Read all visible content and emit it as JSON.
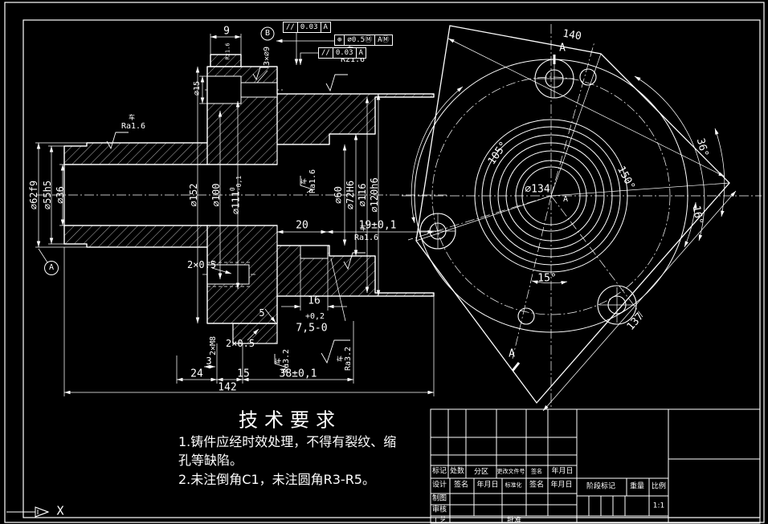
{
  "sv": {
    "d9": "9",
    "d15": "⌀15",
    "holes": "3×⌀9",
    "d62": "⌀62f9",
    "d55": "⌀55h5",
    "d36": "⌀36",
    "d152": "⌀152",
    "d100": "⌀100",
    "d111": "⌀111",
    "d111_hi": "0",
    "d111_lo": "-0,1",
    "d60": "⌀60",
    "d72": "⌀72H6",
    "d116": "⌀116",
    "d120": "⌀120h6",
    "d20": "20",
    "d19": "19±0,1",
    "ch1": "2×0.5",
    "ch2": "2×0.5",
    "m8": "2×M8",
    "d3": "3",
    "d5": "5",
    "d16": "16",
    "d75_hi": "+0,2",
    "d75": "7,5-0",
    "d24": "24",
    "d15b": "15",
    "d38": "38±0,1",
    "d142": "142"
  },
  "fv": {
    "d140": "140",
    "d137": "137",
    "d134": "⌀134",
    "a105": "105°",
    "a150": "150°",
    "a36": "36°",
    "a16": "16°",
    "a15": "15°",
    "a_top": "A",
    "a_bot": "A",
    "a_ctr": "A"
  },
  "fin": {
    "method": "车",
    "s1": "Ra1.6",
    "s2": "Rz1.6",
    "s3": "Ra1.6",
    "s4": "Ra1.6",
    "s5": "Ra3.2",
    "s6": "Ra3.2",
    "s7": "Rz1.6"
  },
  "fcf": {
    "f1_sym": "//",
    "f1_val": "0.03",
    "f1_dat": "A",
    "f2_sym": "⊕",
    "f2_val": "⌀0.5Ⓜ",
    "f2_dat": "AⓂ",
    "f3_sym": "//",
    "f3_val": "0.03",
    "f3_dat": "A"
  },
  "datums": {
    "a": "A",
    "b": "B"
  },
  "tr": {
    "title": "技术要求",
    "line1": "1.铸件应经时效处理，不得有裂纹、缩",
    "line2": "孔等缺陷。",
    "line3": "2.未注倒角C1，未注圆角R3-R5。"
  },
  "tb": {
    "c_mark": "标记",
    "c_count": "处数",
    "c_zone": "分区",
    "c_doc": "更改文件号",
    "c_sign": "签名",
    "c_date": "年月日",
    "r_design": "设计",
    "r_draw": "制图",
    "r_check": "审核",
    "r_process": "工艺",
    "r_approve": "批准",
    "h_sign": "签名",
    "h_date": "年月日",
    "h_std": "标准化",
    "h_sign2": "签名",
    "h_date2": "年月日",
    "stage": "阶段标记",
    "weight": "重量",
    "scale": "比例",
    "scale_val": "1:1"
  },
  "ucs": {
    "x": "X"
  },
  "colors": {
    "bg": "#000000",
    "line": "#ffffff"
  }
}
